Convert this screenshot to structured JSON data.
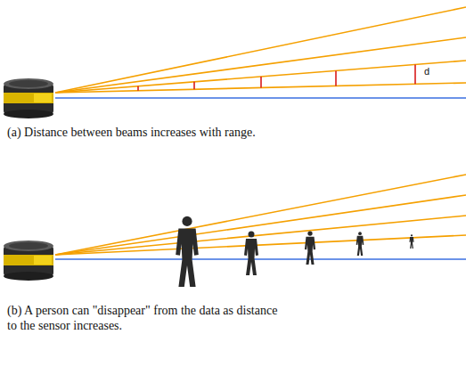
{
  "diagram": {
    "labels": [
      "d",
      "(a) Distance between beams increases with range.",
      "(b) A person can \"disappear\" from the data as distance to the sensor increases."
    ]
  }
}
